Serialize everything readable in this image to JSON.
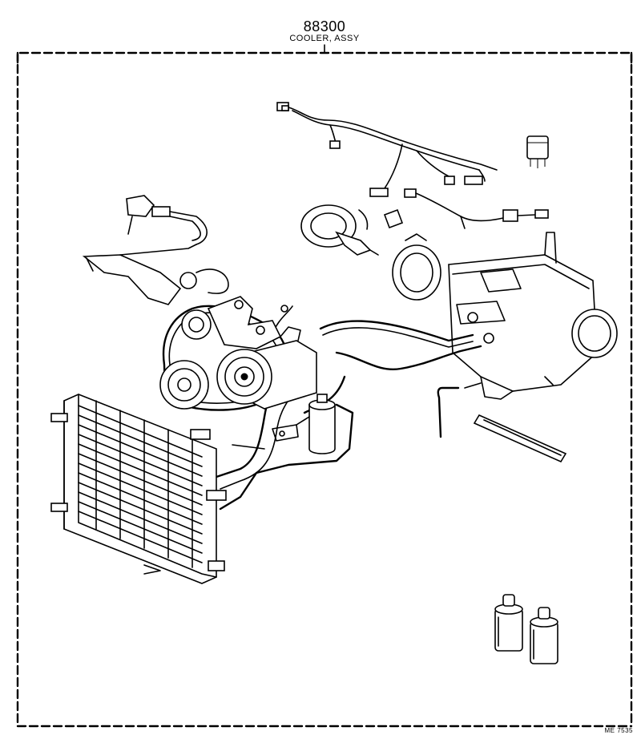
{
  "header": {
    "part_number": "88300",
    "part_name": "COOLER, ASSY"
  },
  "footer": {
    "drawing_code": "ME 7535"
  },
  "components": [
    {
      "name": "wire-harness"
    },
    {
      "name": "relay"
    },
    {
      "name": "magnetic-clutch-connector"
    },
    {
      "name": "idle-up-vacuum-unit"
    },
    {
      "name": "evaporator-housing"
    },
    {
      "name": "duct-ring"
    },
    {
      "name": "compressor"
    },
    {
      "name": "drive-belt"
    },
    {
      "name": "compressor-bracket"
    },
    {
      "name": "condenser"
    },
    {
      "name": "receiver-drier"
    },
    {
      "name": "refrigerant-hoses"
    },
    {
      "name": "drain-hose"
    },
    {
      "name": "seal-strip"
    },
    {
      "name": "refrigerant-cans"
    }
  ]
}
